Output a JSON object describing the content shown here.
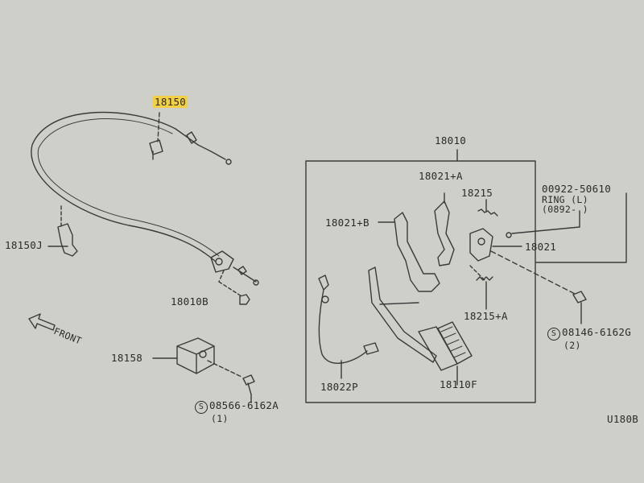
{
  "diagram": {
    "colors": {
      "background": "#cfcfca",
      "ink": "#3a3a3a",
      "highlight": "#f2cf45"
    },
    "labels": {
      "p18150": "18150",
      "p18150J": "18150J",
      "p18010B": "18010B",
      "front": "FRONT",
      "p18158": "18158",
      "bolt_left": "08566-6162A",
      "bolt_left_qty": "(1)",
      "p18010": "18010",
      "p18021A": "18021+A",
      "p18215": "18215",
      "p18021B": "18021+B",
      "ring_pn": "00922-50610",
      "ring_name": "RING (L)",
      "ring_date": "(0892-          )",
      "p18021": "18021",
      "p18215A": "18215+A",
      "bolt_right": "08146-6162G",
      "bolt_right_qty": "(2)",
      "p18022P": "18022P",
      "p18110F": "18110F",
      "page_code": "U180B"
    }
  }
}
